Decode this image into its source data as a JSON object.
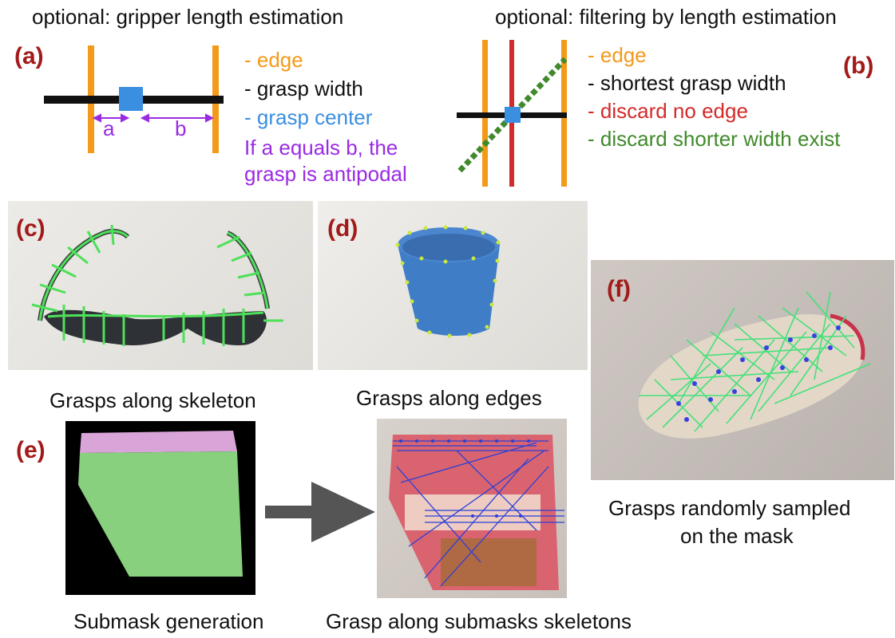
{
  "panel_a": {
    "label": "(a)",
    "title": "optional: gripper length estimation",
    "legend": [
      {
        "text": "- edge",
        "color": "#f39a1a"
      },
      {
        "text": "- grasp width",
        "color": "#111111"
      },
      {
        "text": "- grasp center",
        "color": "#3a8fe0"
      }
    ],
    "note_line1": "If a equals b, the",
    "note_line2": "grasp is antipodal",
    "note_color": "#9a2be2",
    "dim_a": "a",
    "dim_b": "b"
  },
  "panel_b": {
    "label": "(b)",
    "title": "optional: filtering by length estimation",
    "legend": [
      {
        "text": "- edge",
        "color": "#f39a1a"
      },
      {
        "text": "- shortest grasp width",
        "color": "#111111"
      },
      {
        "text": "- discard no edge",
        "color": "#d42a2a"
      },
      {
        "text": "- discard shorter width exist",
        "color": "#3f8a2a"
      }
    ]
  },
  "panel_c": {
    "label": "(c)",
    "caption": "Grasps along skeleton"
  },
  "panel_d": {
    "label": "(d)",
    "caption": "Grasps along edges"
  },
  "panel_e": {
    "label": "(e)",
    "caption_left": "Submask generation",
    "caption_right": "Grasp along submasks skeletons"
  },
  "panel_f": {
    "label": "(f)",
    "caption_line1": "Grasps randomly sampled",
    "caption_line2": "on the mask"
  },
  "colors": {
    "edge": "#f39a1a",
    "width": "#111111",
    "center": "#3a8fe0",
    "note": "#9a2be2",
    "discard_red": "#d42a2a",
    "discard_green": "#3f8a2a",
    "label": "#a31a1a"
  }
}
